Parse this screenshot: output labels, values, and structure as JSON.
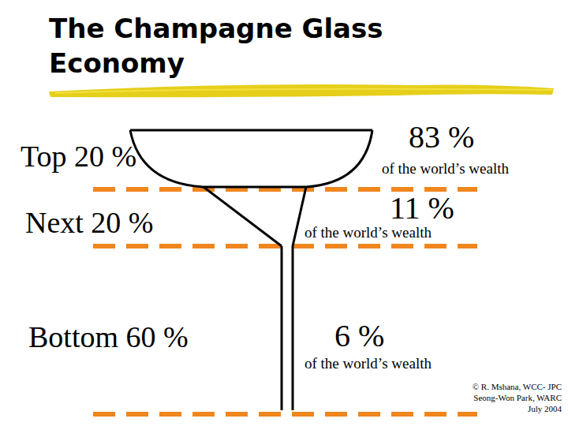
{
  "diagram": {
    "title": "The Champagne Glass Economy",
    "labels": [
      "Top 20 %",
      "83 %",
      "of the world’s wealth",
      "Next 20 %",
      "11 %",
      "of the world’s wealth",
      "Bottom 60 %",
      "6 %",
      "of the world’s wealth",
      "© R. Mshana, WCC- JPC",
      "Seong-Won Park, WARC",
      "July 2004"
    ]
  }
}
